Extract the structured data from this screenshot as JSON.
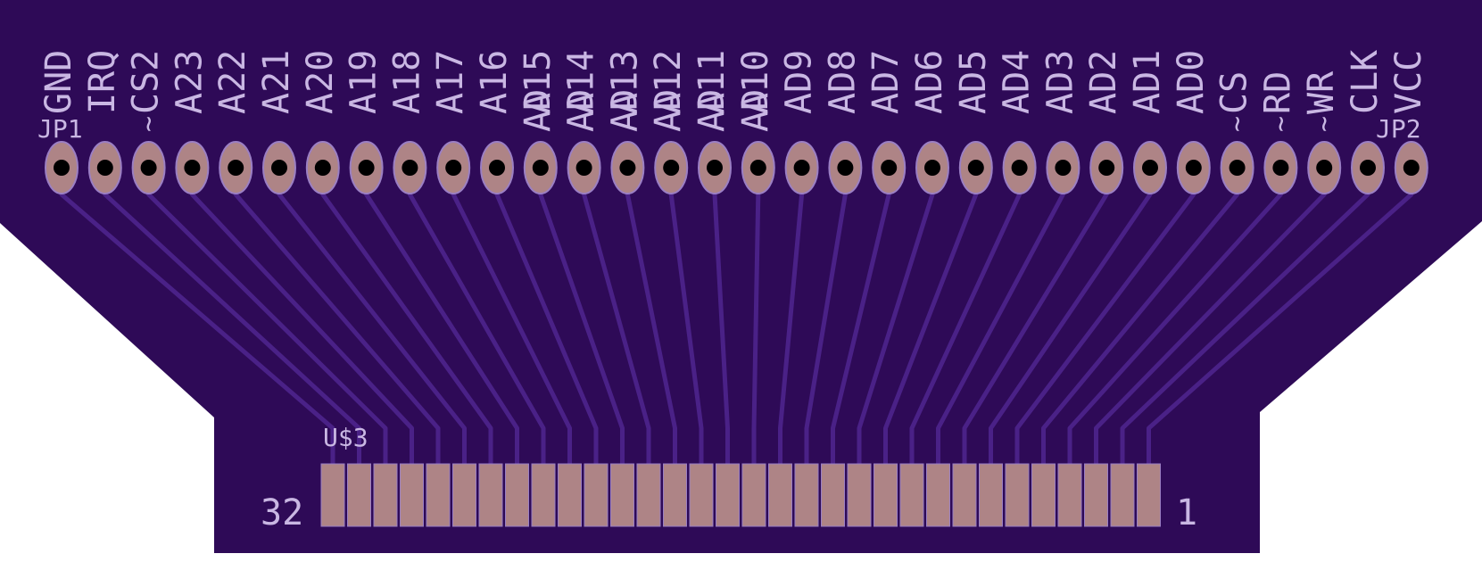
{
  "colors": {
    "board": "#2e0a57",
    "trace": "#4a2187",
    "pad": "#ae8486",
    "pad_outline": "#9b7fc4",
    "hole": "#000000",
    "silkscreen": "#c9b7e3"
  },
  "jp1": {
    "label": "JP1"
  },
  "jp2": {
    "label": "JP2"
  },
  "u3": {
    "label": "U$3",
    "pin_first": "32",
    "pin_last": "1",
    "pad_count": 32
  },
  "pins": [
    {
      "label": "GND",
      "lead": ""
    },
    {
      "label": "IRQ",
      "lead": ""
    },
    {
      "label": "CS2",
      "lead": "~"
    },
    {
      "label": "A23",
      "lead": ""
    },
    {
      "label": "A22",
      "lead": ""
    },
    {
      "label": "A21",
      "lead": ""
    },
    {
      "label": "A20",
      "lead": ""
    },
    {
      "label": "A19",
      "lead": ""
    },
    {
      "label": "A18",
      "lead": ""
    },
    {
      "label": "A17",
      "lead": ""
    },
    {
      "label": "A16",
      "lead": ""
    },
    {
      "label": "A15",
      "lead": "AD"
    },
    {
      "label": "A14",
      "lead": "AD"
    },
    {
      "label": "A13",
      "lead": "AD"
    },
    {
      "label": "A12",
      "lead": "AD"
    },
    {
      "label": "A11",
      "lead": "AD"
    },
    {
      "label": "A10",
      "lead": "AD"
    },
    {
      "label": "AD9",
      "lead": ""
    },
    {
      "label": "AD8",
      "lead": ""
    },
    {
      "label": "AD7",
      "lead": ""
    },
    {
      "label": "AD6",
      "lead": ""
    },
    {
      "label": "AD5",
      "lead": ""
    },
    {
      "label": "AD4",
      "lead": ""
    },
    {
      "label": "AD3",
      "lead": ""
    },
    {
      "label": "AD2",
      "lead": ""
    },
    {
      "label": "AD1",
      "lead": ""
    },
    {
      "label": "AD0",
      "lead": ""
    },
    {
      "label": "CS",
      "lead": "~"
    },
    {
      "label": "RD",
      "lead": "~"
    },
    {
      "label": "WR",
      "lead": "~"
    },
    {
      "label": "CLK",
      "lead": ""
    },
    {
      "label": "VCC",
      "lead": ""
    }
  ]
}
